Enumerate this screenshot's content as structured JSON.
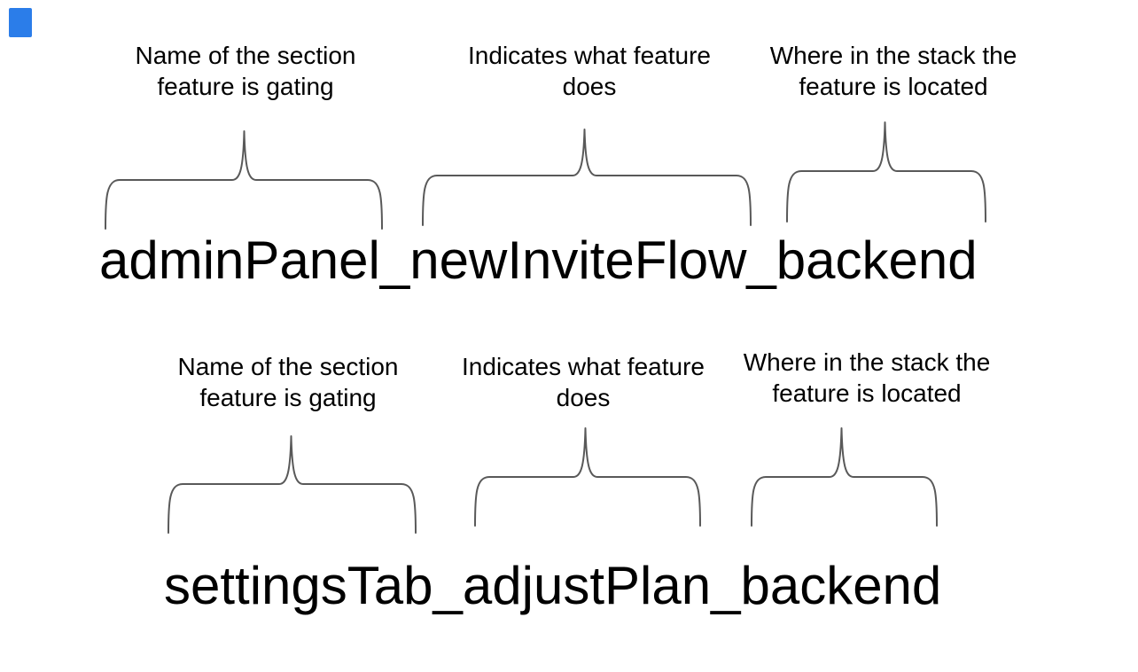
{
  "colors": {
    "background": "#ffffff",
    "text": "#000000",
    "brace": "#595959",
    "accent_square": "#2b7de9"
  },
  "examples": [
    {
      "flag_name": "adminPanel_newInviteFlow_backend",
      "labels": [
        {
          "line1": "Name of the section",
          "line2": "feature is gating"
        },
        {
          "line1": "Indicates what feature",
          "line2": "does"
        },
        {
          "line1": "Where in the stack the",
          "line2": "feature is located"
        }
      ]
    },
    {
      "flag_name": "settingsTab_adjustPlan_backend",
      "labels": [
        {
          "line1": "Name of the section",
          "line2": "feature is gating"
        },
        {
          "line1": "Indicates what feature",
          "line2": "does"
        },
        {
          "line1": "Where in the stack the",
          "line2": "feature is located"
        }
      ]
    }
  ]
}
